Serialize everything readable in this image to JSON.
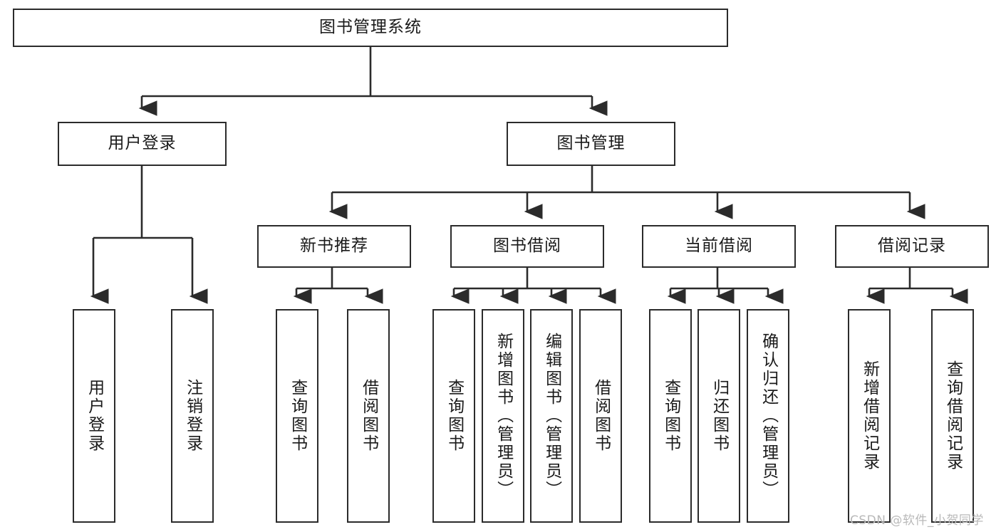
{
  "diagram": {
    "type": "tree",
    "title": "图书管理系统",
    "orientation": "top-down",
    "colors": {
      "box_border": "#2b2b2b",
      "box_fill": "#ffffff",
      "connector": "#2b2b2b",
      "background": "#ffffff",
      "watermark": "#b9b9b9"
    }
  },
  "root": {
    "label": "图书管理系统"
  },
  "level2": [
    {
      "label": "用户登录"
    },
    {
      "label": "图书管理"
    }
  ],
  "level3": [
    {
      "label": "新书推荐"
    },
    {
      "label": "图书借阅"
    },
    {
      "label": "当前借阅"
    },
    {
      "label": "借阅记录"
    }
  ],
  "leaves": {
    "user_login": [
      {
        "label": "用户登录"
      },
      {
        "label": "注销登录"
      }
    ],
    "new_book": [
      {
        "label": "查询图书"
      },
      {
        "label": "借阅图书"
      }
    ],
    "book_borrow": [
      {
        "label": "查询图书"
      },
      {
        "label": "新增图书（管理员）"
      },
      {
        "label": "编辑图书（管理员）"
      },
      {
        "label": "借阅图书"
      }
    ],
    "current_borrow": [
      {
        "label": "查询图书"
      },
      {
        "label": "归还图书"
      },
      {
        "label": "确认归还（管理员）"
      }
    ],
    "borrow_record": [
      {
        "label": "新增借阅记录"
      },
      {
        "label": "查询借阅记录"
      }
    ]
  },
  "watermark": {
    "text": "CSDN @软件_小贺同学"
  }
}
